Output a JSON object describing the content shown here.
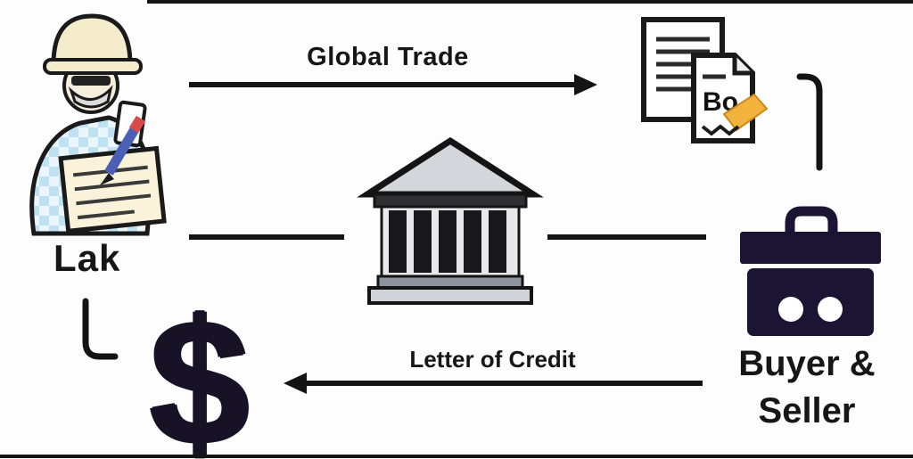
{
  "diagram": {
    "title_hint": "Letter of Credit trade flow diagram",
    "labels": {
      "global_trade": "Global Trade",
      "letter_of_credit": "Letter of Credit",
      "exporter": "Lak",
      "buyer_seller_line1": "Buyer &",
      "buyer_seller_line2": "Seller",
      "document_text": "Bo",
      "dollar_symbol": "$"
    },
    "icons": [
      "exporter-person-icon",
      "bank-building-icon",
      "trade-documents-icon",
      "briefcase-icon",
      "dollar-sign-symbol"
    ],
    "colors": {
      "line": "#141414",
      "briefcase": "#1c1433",
      "bank_gray": "#d3d6db",
      "bank_dark": "#17171c",
      "paper_cream": "#faf3da",
      "hat_cream": "#f4ecca",
      "shirt_blue": "#bfe2f2",
      "highlighter_orange": "#f2b33d",
      "dollar": "#171226"
    }
  }
}
